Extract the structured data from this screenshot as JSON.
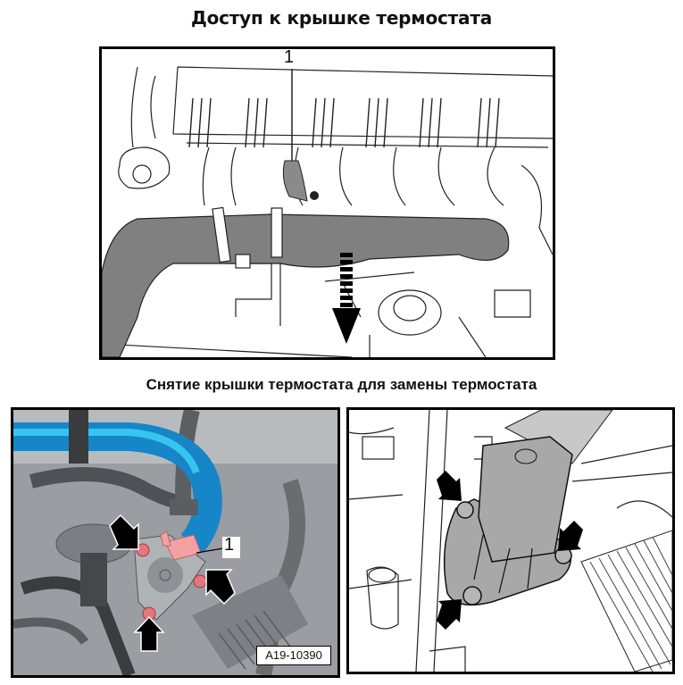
{
  "titles": {
    "top": "Доступ к крышке термостата",
    "bottom": "Снятие крышки термостата для замены термостата"
  },
  "figures": {
    "top": {
      "description": "line drawing: engine intake manifold with coolant hose, item 1 pointing to hose clip, arrow showing hose moved downward",
      "callout": "1"
    },
    "bottom_left": {
      "description": "rendered engine view: blue coolant hose into thermostat housing, 3 bolts marked by arrows, item 1 pink clip",
      "callout": "1",
      "reference": "A19-10390",
      "colors": {
        "hose": "#1e8fd0",
        "clip": "#f0a0a0",
        "bolt": "#e0707a"
      }
    },
    "bottom_right": {
      "description": "line drawing: thermostat housing cover with 3 bolts marked by arrows"
    }
  }
}
